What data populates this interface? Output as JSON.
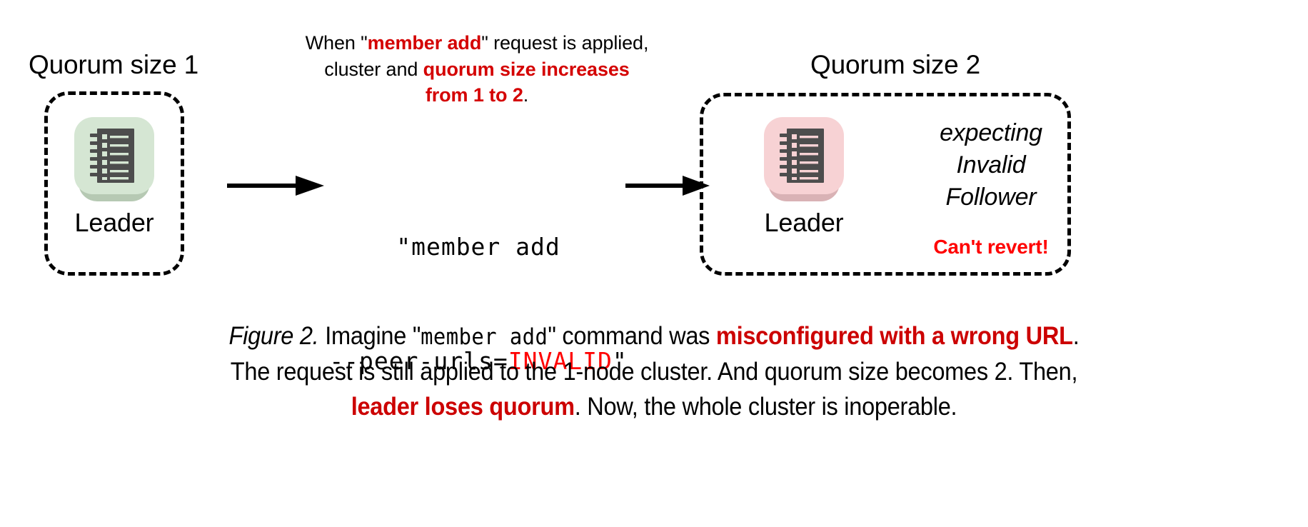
{
  "figure": {
    "left_cluster": {
      "title": "Quorum size 1",
      "node_label": "Leader",
      "icon_name": "notebook-icon",
      "icon_bg": "#d5e6d3",
      "icon_shadow": "#b6c9b3",
      "icon_body": "#4d4d4d"
    },
    "right_cluster": {
      "title": "Quorum size 2",
      "node_label": "Leader",
      "icon_name": "notebook-icon",
      "icon_bg": "#f7d2d4",
      "icon_shadow": "#d9b2b5",
      "icon_body": "#4d4d4d",
      "note_line1": "expecting",
      "note_line2": "Invalid",
      "note_line3": "Follower",
      "warning": "Can't revert!"
    },
    "annotation": {
      "line1_a": "When \"",
      "line1_b": "member add",
      "line1_c": "\" request is applied,",
      "line2_a": "cluster and ",
      "line2_b": "quorum size increases",
      "line3_b": "from 1 to 2",
      "line3_c": "."
    },
    "command": {
      "line1": "\"member add",
      "line2_a": "--peer-urls=",
      "line2_b": "INVALID",
      "line2_c": "\""
    },
    "arrows": {
      "arrow1_name": "arrow-right-1",
      "arrow2_name": "arrow-right-2"
    },
    "caption": {
      "l1_figure": "Figure 2.",
      "l1_a": " Imagine \"",
      "l1_code": "member add",
      "l1_b": "\" command was ",
      "l1_red": "misconfigured with a wrong URL",
      "l1_c": ".",
      "l2": "The request is still applied to the 1-node cluster. And quorum size becomes 2. Then,",
      "l3_red": "leader loses quorum",
      "l3_c": ". Now, the whole cluster is inoperable."
    },
    "colors": {
      "accent_red": "#ff0000",
      "annotation_red": "#d40000",
      "caption_red": "#cc0000",
      "text_black": "#000000",
      "background": "#ffffff"
    }
  }
}
